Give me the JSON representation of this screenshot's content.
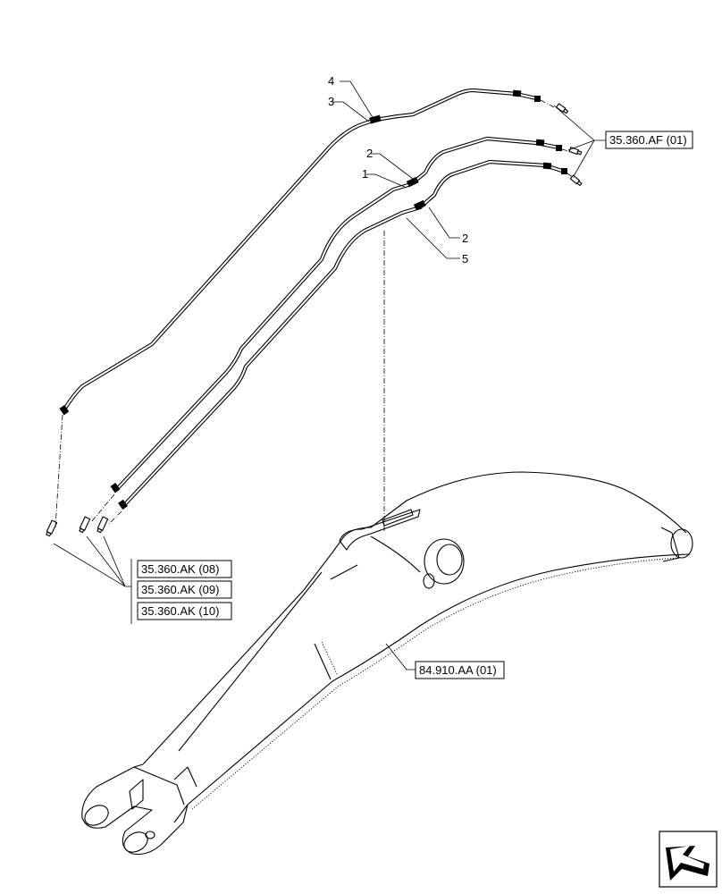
{
  "callouts": {
    "c1": "1",
    "c2a": "2",
    "c2b": "2",
    "c3": "3",
    "c4": "4",
    "c5": "5"
  },
  "references": {
    "af": "35.360.AF (01)",
    "ak08": "35.360.AK (08)",
    "ak09": "35.360.AK (09)",
    "ak10": "35.360.AK (10)",
    "aa": "84.910.AA (01)"
  },
  "icons": {
    "nav": "navigation-arrow-icon"
  }
}
